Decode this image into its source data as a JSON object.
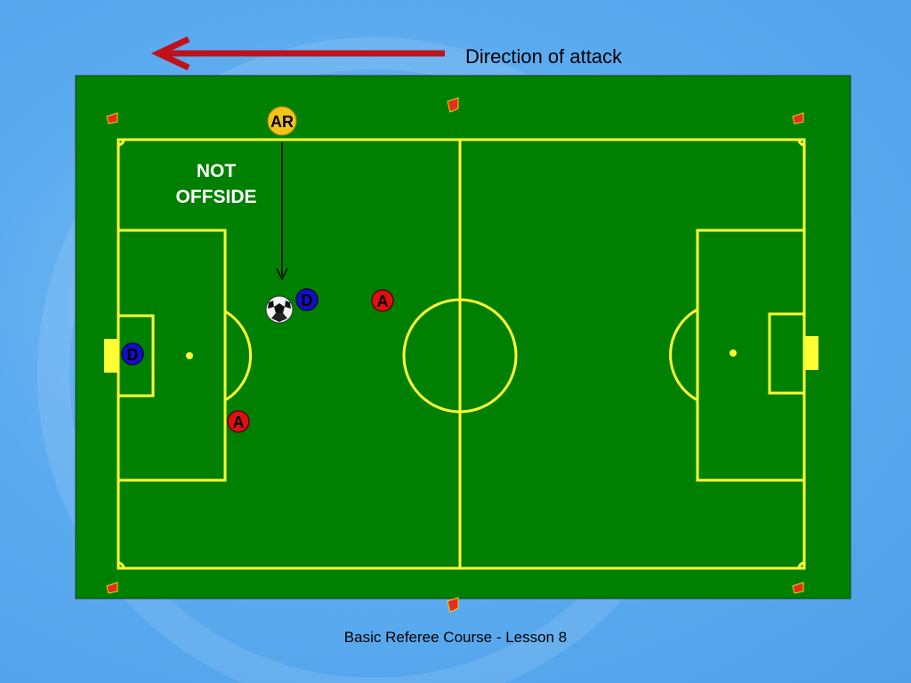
{
  "slide": {
    "direction_label": "Direction of attack",
    "call_label_line1": "NOT",
    "call_label_line2": "OFFSIDE",
    "footer": "Basic Referee Course - Lesson 8"
  },
  "players": {
    "assistant_referee": "AR",
    "defender": "D",
    "attacker": "A"
  },
  "colors": {
    "background": "#5aaaf0",
    "pitch": "#008000",
    "field_lines": "#ffff33",
    "arrow": "#c0111b",
    "defender": "#1010c8",
    "attacker": "#e01010",
    "assistant_referee": "#f2c418",
    "flag": "#e03020"
  },
  "icons": [
    "direction-arrow-icon",
    "soccer-ball-icon",
    "corner-flag-icon",
    "halfway-flag-icon"
  ]
}
